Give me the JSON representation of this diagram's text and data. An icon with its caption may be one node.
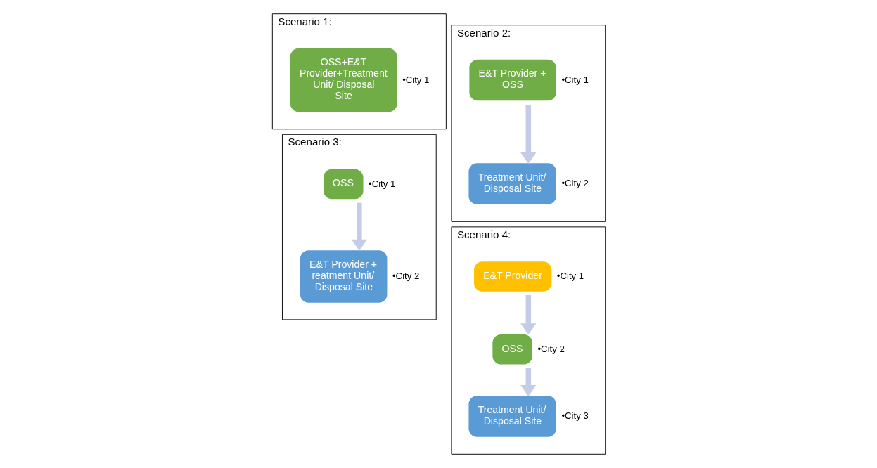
{
  "diagram": {
    "nodes": [
      {
        "text": [
          "Scenario 1:"
        ]
      },
      {
        "text": [
          "OSS+E&T Provider+Treatment Unit/ Disposal Site"
        ],
        "in": 0,
        "beside": [
          "•City 1"
        ]
      },
      {
        "text": [
          "Scenario 2:"
        ]
      },
      {
        "text": [
          "E&T Provider + OSS"
        ],
        "in": 2,
        "beside": [
          "•City 1"
        ]
      },
      {
        "text": [
          "Treatment Unit/ Disposal Site"
        ],
        "in": 2,
        "beside": [
          "•City 2"
        ]
      },
      {
        "text": [
          "Scenario 3:"
        ]
      },
      {
        "text": [
          "OSS"
        ],
        "in": 5,
        "beside": [
          "•City 1"
        ]
      },
      {
        "text": [
          "E&T Provider + reatment Unit/ Disposal Site"
        ],
        "in": 5,
        "beside": [
          "•City 2"
        ]
      },
      {
        "text": [
          "Scenario 4:"
        ]
      },
      {
        "text": [
          "E&T Provider"
        ],
        "in": 8,
        "beside": [
          "•City 1"
        ]
      },
      {
        "text": [
          "OSS"
        ],
        "in": 8,
        "beside": [
          "•City 2"
        ]
      },
      {
        "text": [
          "Treatment Unit/ Disposal Site"
        ],
        "in": 8,
        "beside": [
          "•City 3"
        ]
      }
    ],
    "edges": [
      {
        "from": 3,
        "to": 4,
        "arrow": "to"
      },
      {
        "from": 6,
        "to": 7,
        "arrow": "to"
      },
      {
        "from": 9,
        "to": 10,
        "arrow": "to"
      },
      {
        "from": 10,
        "to": 11,
        "arrow": "to"
      }
    ]
  }
}
